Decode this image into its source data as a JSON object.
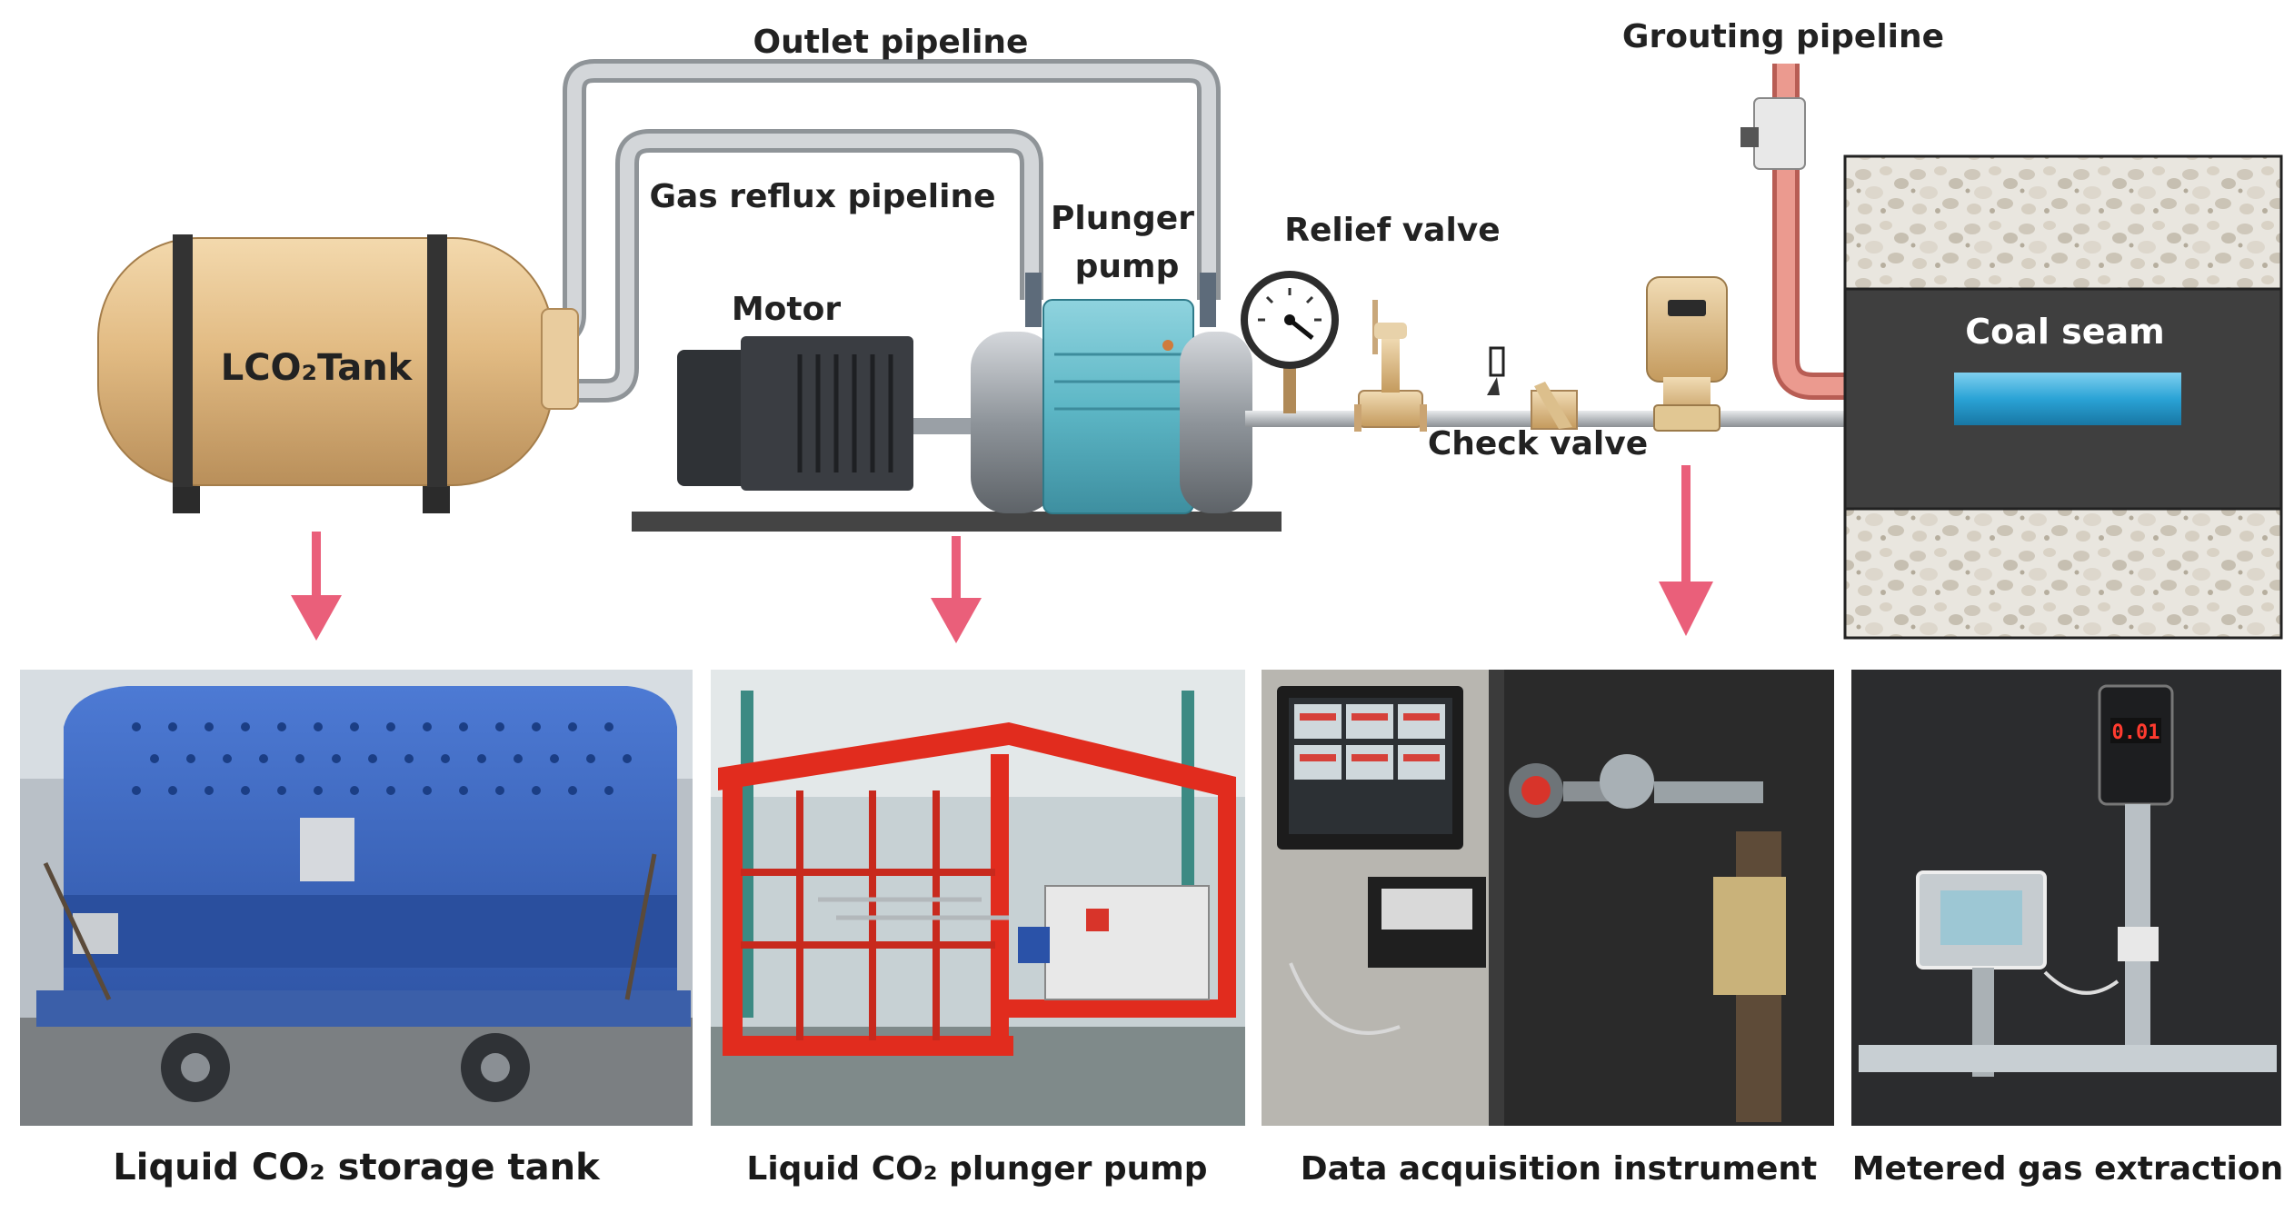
{
  "labels": {
    "outlet_pipeline": "Outlet pipeline",
    "gas_reflux_pipeline": "Gas reflux pipeline",
    "plunger": "Plunger",
    "pump": "pump",
    "motor": "Motor",
    "relief_valve": "Relief valve",
    "check_valve": "Check valve",
    "grouting_pipeline": "Grouting pipeline",
    "coal_seam": "Coal seam",
    "tank": "LCO₂Tank"
  },
  "captions": {
    "storage_tank": "Liquid CO₂ storage tank",
    "plunger_pump": "Liquid CO₂ plunger pump",
    "data_acquisition": "Data acquisition instrument",
    "metered_extraction": "Metered gas extraction"
  },
  "display": {
    "meter_reading": "0.01"
  },
  "colors": {
    "arrow": "#ea5f7a",
    "tank": "#e2bb83",
    "pipe": "#c6c9cc",
    "grout_pipe": "#e5877d",
    "coal": "#3f3f3f",
    "borehole": "#2aa3d6",
    "pump_body": "#5db7c6"
  },
  "icons": [
    "arrow-down-icon",
    "pressure-gauge-icon"
  ]
}
